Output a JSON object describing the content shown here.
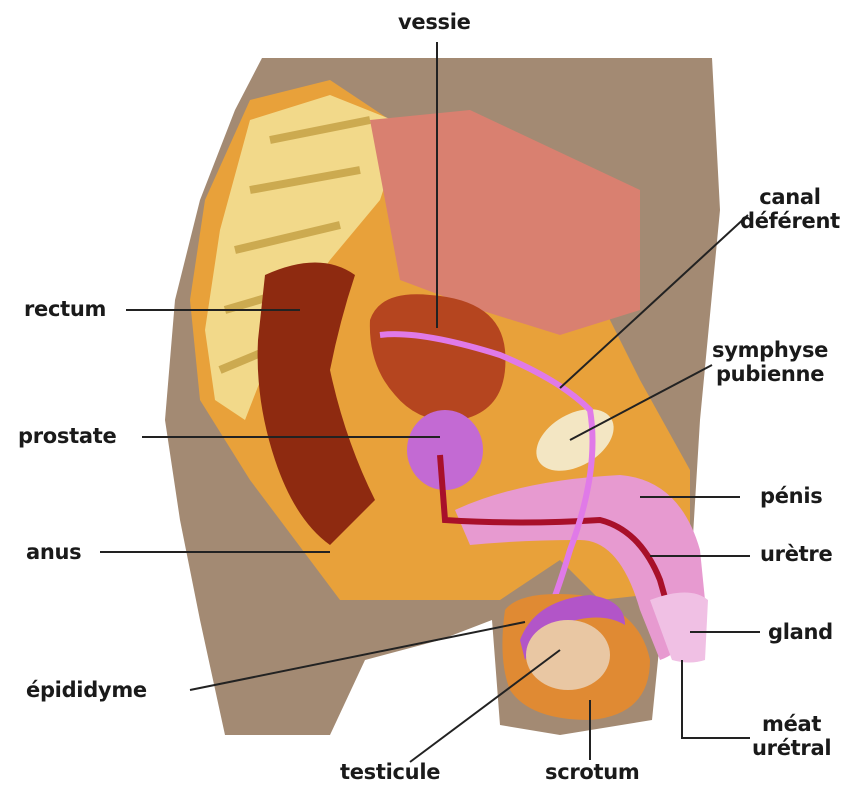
{
  "labels": {
    "vessie": "vessie",
    "canal_deferent": [
      "canal",
      "déférent"
    ],
    "rectum": "rectum",
    "symphyse_pubienne": [
      "symphyse",
      "pubienne"
    ],
    "prostate": "prostate",
    "penis": "pénis",
    "anus": "anus",
    "uretre": "urètre",
    "gland": "gland",
    "epididyme": "épididyme",
    "meat_uretral": [
      "méat",
      "urétral"
    ],
    "testicule": "testicule",
    "scrotum": "scrotum"
  },
  "colors": {
    "skin": "#a38a73",
    "fat": "#e8a13a",
    "bone": "#f2d98a",
    "rectum": "#8e2a10",
    "bladder": "#d98070",
    "prostate": "#c36ad3",
    "penis": "#e79ad0",
    "urethra": "#a8102a",
    "duct": "#e07ae8",
    "testis": "#e9c7a3",
    "scrotum": "#e08a33",
    "leader": "#222222"
  }
}
